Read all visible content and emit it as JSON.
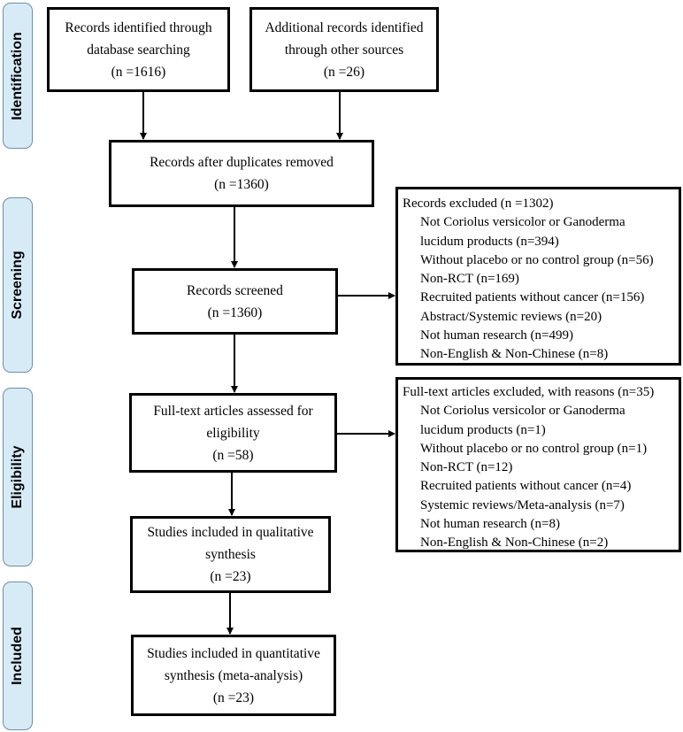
{
  "phases": {
    "identification": "Identification",
    "screening": "Screening",
    "eligibility": "Eligibility",
    "included": "Included"
  },
  "boxes": {
    "database": {
      "line1": "Records identified through",
      "line2": "database searching",
      "line3": "(n =1616)"
    },
    "other": {
      "line1": "Additional records identified",
      "line2": "through other sources",
      "line3": "(n =26)"
    },
    "duplicates": {
      "line1": "Records after duplicates removed",
      "line2": "(n =1360)"
    },
    "screened": {
      "line1": "Records screened",
      "line2": "(n =1360)"
    },
    "fulltext": {
      "line1": "Full-text articles assessed for",
      "line2": "eligibility",
      "line3": "(n =58)"
    },
    "qualitative": {
      "line1": "Studies included in qualitative",
      "line2": "synthesis",
      "line3": "(n =23)"
    },
    "quantitative": {
      "line1": "Studies included in quantitative",
      "line2": "synthesis (meta-analysis)",
      "line3": "(n =23)"
    }
  },
  "records_excluded": {
    "title": "Records excluded (n =1302)",
    "items": [
      "Not Coriolus versicolor or Ganoderma",
      "lucidum products (n=394)",
      "Without placebo or no control group (n=56)",
      "Non-RCT (n=169)",
      "Recruited patients without cancer (n=156)",
      "Abstract/Systemic reviews (n=20)",
      "Not human research (n=499)",
      "Non-English & Non-Chinese (n=8)"
    ]
  },
  "fulltext_excluded": {
    "title": "Full-text articles excluded, with reasons (n=35)",
    "items": [
      "Not Coriolus versicolor or Ganoderma",
      "lucidum products (n=1)",
      "Without placebo or no control group (n=1)",
      "Non-RCT (n=12)",
      "Recruited patients without cancer (n=4)",
      "Systemic reviews/Meta-analysis (n=7)",
      "Not human research (n=8)",
      "Non-English & Non-Chinese (n=2)"
    ]
  }
}
